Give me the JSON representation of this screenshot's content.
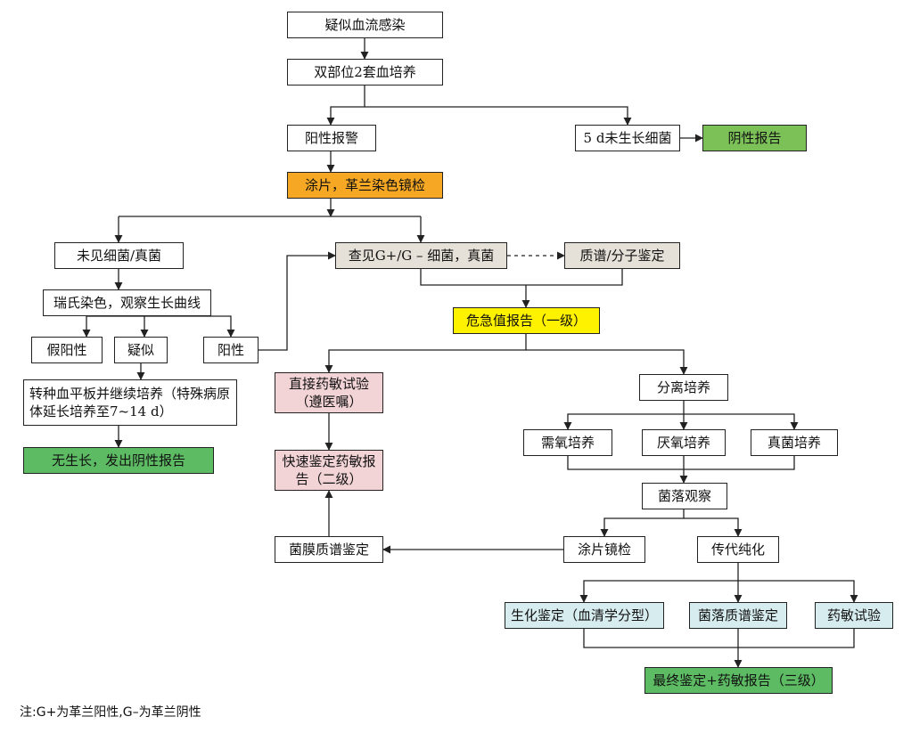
{
  "colors": {
    "white": "#ffffff",
    "orange": "#f6a723",
    "green": "#7cc157",
    "dark_green": "#5dbb63",
    "yellow": "#fff200",
    "gray": "#e6e1d8",
    "pink": "#f2d3d6",
    "light_blue": "#d7ecef",
    "line": "#222222"
  },
  "nodes": {
    "suspect": "疑似血流感染",
    "culture": "双部位2套血培养",
    "positive_alarm": "阳性报警",
    "no_growth_5d": "5 d未生长细菌",
    "negative_report": "阴性报告",
    "smear_gram": "涂片，革兰染色镜检",
    "no_bacteria": "未见细菌/真菌",
    "found_gram": "查见G+/G – 细菌，真菌",
    "ms_molecular": "质谱/分子鉴定",
    "wright_stain": "瑞氏染色，观察生长曲线",
    "critical_report": "危急值报告（一级）",
    "false_positive": "假阳性",
    "suspected": "疑似",
    "positive": "阳性",
    "transfer_plate": "转种血平板并继续培养（特殊病原体延长培养至7~14 d）",
    "no_growth_report": "无生长，发出阴性报告",
    "direct_ast": "直接药敏试验（遵医嘱）",
    "isolation": "分离培养",
    "aerobic": "需氧培养",
    "anaerobic": "厌氧培养",
    "fungal": "真菌培养",
    "rapid_report": "快速鉴定药敏报告（二级）",
    "colony_obs": "菌落观察",
    "film_ms": "菌膜质谱鉴定",
    "smear_exam": "涂片镜检",
    "subculture": "传代纯化",
    "biochem": "生化鉴定（血清学分型）",
    "colony_ms": "菌落质谱鉴定",
    "ast": "药敏试验",
    "final_report": "最终鉴定+药敏报告（三级）"
  },
  "note": "注:G+为革兰阳性,G–为革兰阴性"
}
